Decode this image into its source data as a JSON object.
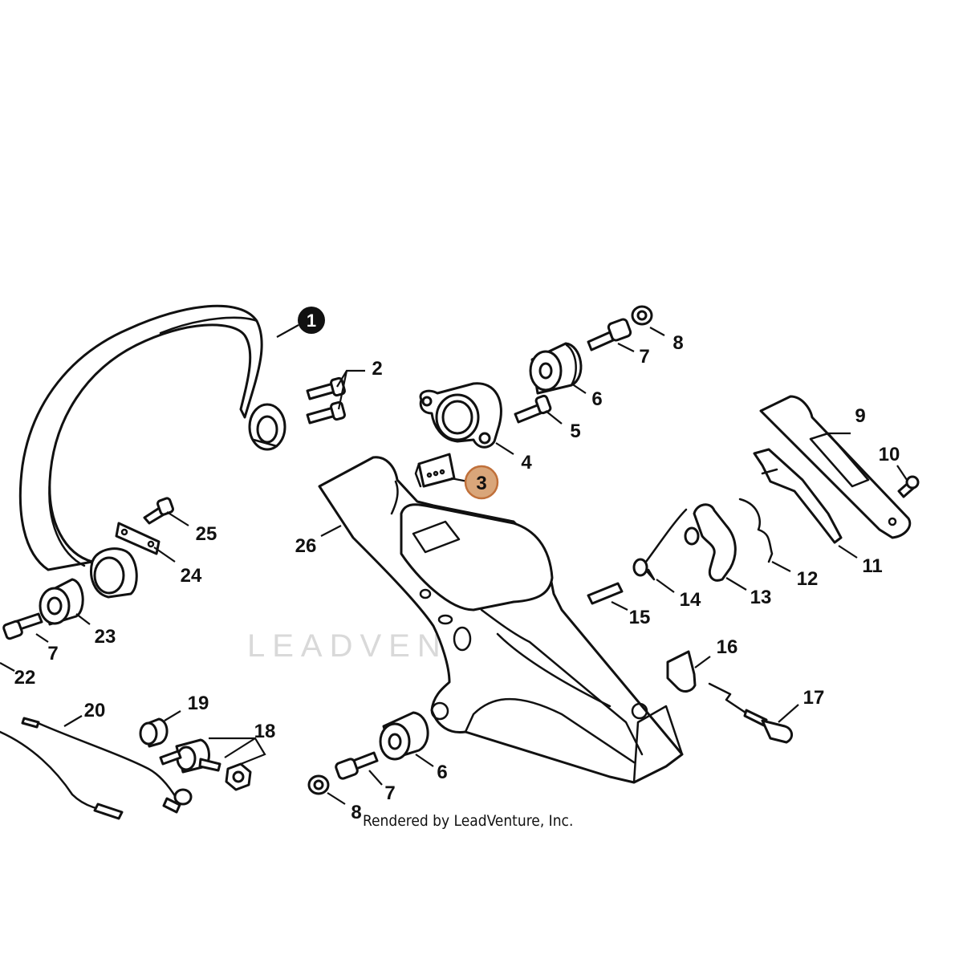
{
  "watermark": "LEADVENTURE",
  "credit": "Rendered by LeadVenture, Inc.",
  "highlight": {
    "label": "3",
    "fill": "#d9a67a",
    "stroke": "#c0703a"
  },
  "colors": {
    "line": "#111111",
    "background": "#ffffff",
    "watermark": "#d9d9d9"
  },
  "callouts": {
    "c1": "1",
    "c2": "2",
    "c3": "3",
    "c4": "4",
    "c5": "5",
    "c6a": "6",
    "c6b": "6",
    "c7a": "7",
    "c7b": "7",
    "c7c": "7",
    "c8a": "8",
    "c8b": "8",
    "c9": "9",
    "c10": "10",
    "c11": "11",
    "c12": "12",
    "c13": "13",
    "c14": "14",
    "c15": "15",
    "c16": "16",
    "c17": "17",
    "c18": "18",
    "c19": "19",
    "c20": "20",
    "c22": "22",
    "c23": "23",
    "c24": "24",
    "c25": "25",
    "c26": "26"
  }
}
